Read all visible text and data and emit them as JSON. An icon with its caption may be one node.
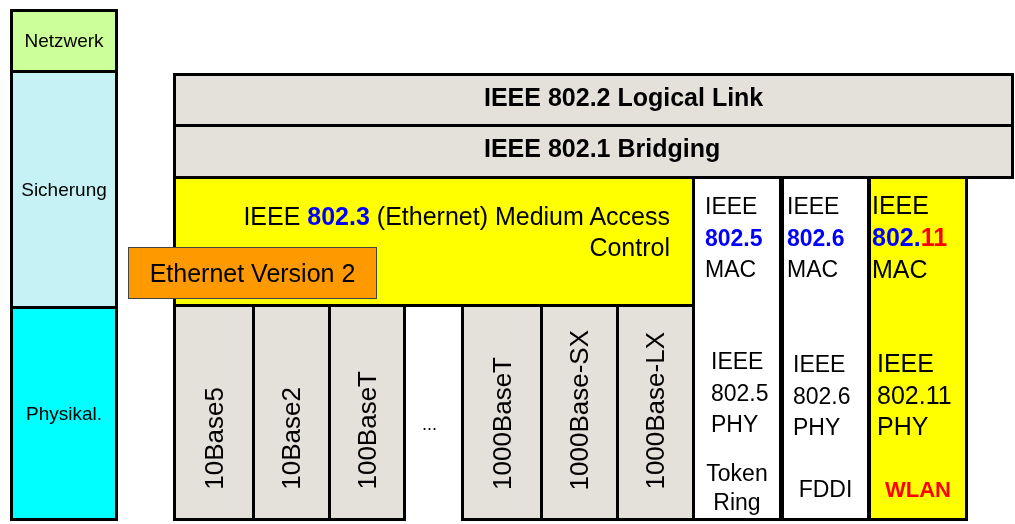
{
  "diagram": {
    "nodes": [
      {
        "text": [
          "Netzwerk"
        ]
      },
      {
        "text": [
          "Sicherung"
        ]
      },
      {
        "text": [
          "Physikal."
        ]
      },
      {
        "text": [
          "IEEE 802.2 Logical Link"
        ]
      },
      {
        "text": [
          "IEEE 802.1 Bridging"
        ]
      },
      {
        "text": [
          "IEEE **802.3** (Ethernet) Medium Access Control"
        ]
      },
      {
        "text": [
          "Ethernet Version 2"
        ]
      },
      {
        "text": [
          "IEEE **802.5** MAC",
          "IEEE 802.5 PHY",
          "Token Ring"
        ]
      },
      {
        "text": [
          "IEEE **802.6** MAC",
          "IEEE 802.6 PHY",
          "FDDI"
        ]
      },
      {
        "text": [
          "IEEE **802.****11** MAC",
          "IEEE 802.11 PHY",
          "WLAN"
        ]
      },
      {
        "text": [
          "10Base5"
        ]
      },
      {
        "text": [
          "10Base2"
        ]
      },
      {
        "text": [
          "100BaseT"
        ]
      },
      {
        "text": [
          "1000BaseT"
        ]
      },
      {
        "text": [
          "1000Base-SX"
        ]
      },
      {
        "text": [
          "1000Base-LX"
        ]
      }
    ],
    "labels": [
      "..."
    ]
  }
}
